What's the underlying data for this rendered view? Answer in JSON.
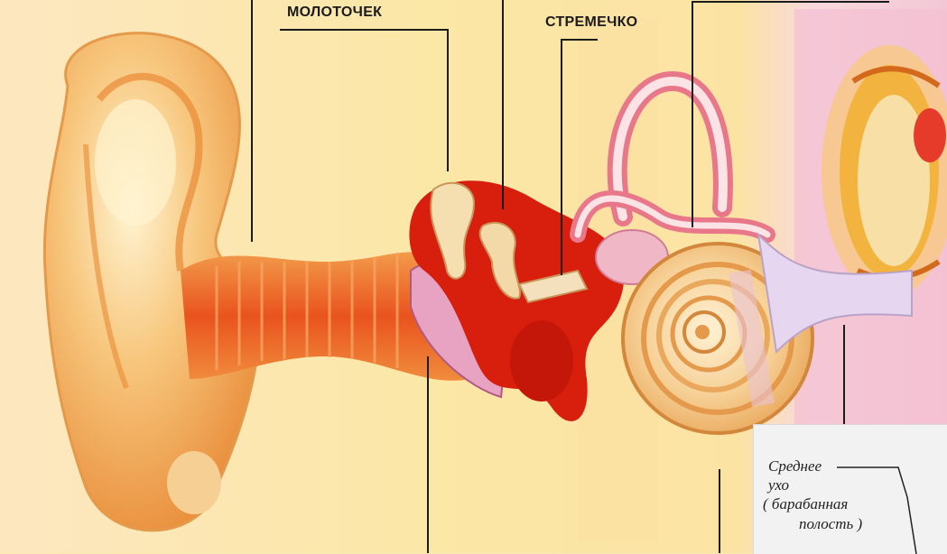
{
  "labels": {
    "malleus": "МОЛОТОЧЕК",
    "stapes": "СТРЕМЕЧКО"
  },
  "inset": {
    "lines": [
      "Среднее",
      "ухо",
      "( барабанная",
      "полость )"
    ]
  },
  "colors": {
    "background": "#fbe9b2",
    "ear_outer": "#f3c07a",
    "ear_canal": "#e9531e",
    "middle_ear": "#d81f0e",
    "inner_ear": "#f7d7a2",
    "nerve": "#e7d6ef",
    "brain_pink": "#f3bdd4",
    "inset_bg": "#f2f2f2"
  }
}
